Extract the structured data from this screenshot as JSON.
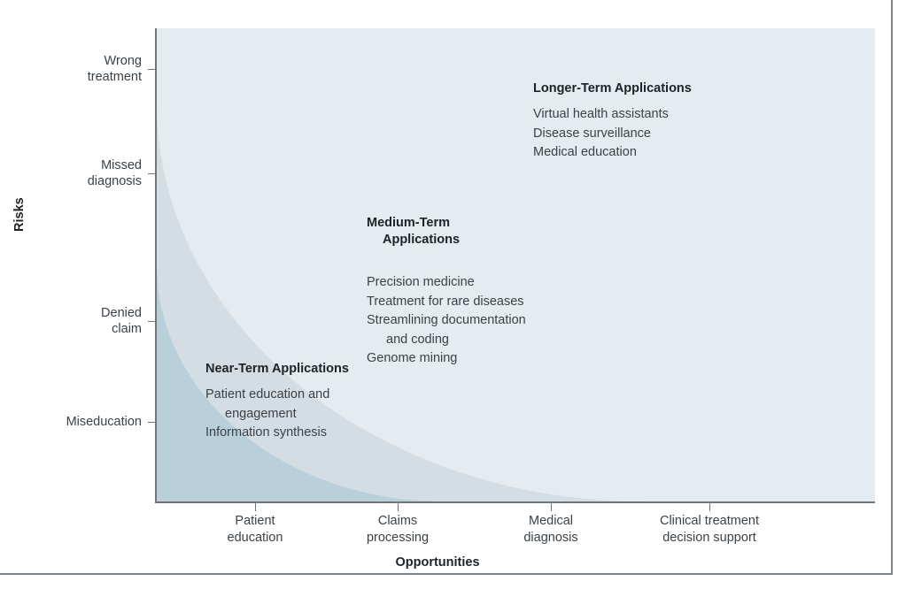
{
  "chart_data": {
    "type": "area",
    "title": "",
    "xlabel": "Opportunities",
    "ylabel": "Risks",
    "grid": false,
    "legend_position": "none",
    "x_tick_labels": [
      "Patient\neducation",
      "Claims\nprocessing",
      "Medical\ndiagnosis",
      "Clinical treatment\ndecision support"
    ],
    "y_tick_labels": [
      "Wrong\ntreatment",
      "Missed\ndiagnosis",
      "Denied\nclaim",
      "Miseducation"
    ],
    "zones": [
      {
        "name": "Near-Term Applications",
        "color": "#b9cfd9",
        "x_extent_label": "Patient education to Claims processing",
        "y_extent_label": "up to Denied claim"
      },
      {
        "name": "Medium-Term Applications",
        "color": "#d5dde4",
        "x_extent_label": "up to Medical diagnosis",
        "y_extent_label": "up to Missed diagnosis"
      },
      {
        "name": "Longer-Term Applications",
        "color": "#e4ebf1",
        "x_extent_label": "up to Clinical treatment decision support",
        "y_extent_label": "up to Wrong treatment"
      }
    ],
    "annotations": [
      {
        "id": "near-term",
        "title": "Near-Term Applications",
        "items": [
          "Patient education and",
          "engagement",
          "Information synthesis"
        ]
      },
      {
        "id": "medium-term",
        "title_line1": "Medium-Term",
        "title_line2": "Applications",
        "items": [
          "Precision medicine",
          "Treatment for rare diseases",
          "Streamlining documentation",
          "and coding",
          "Genome mining"
        ]
      },
      {
        "id": "longer-term",
        "title": "Longer-Term Applications",
        "items": [
          "Virtual health assistants",
          "Disease surveillance",
          "Medical education"
        ]
      }
    ]
  },
  "axes": {
    "y_title": "Risks",
    "x_title": "Opportunities",
    "y_ticks": [
      {
        "line1": "Wrong",
        "line2": "treatment"
      },
      {
        "line1": "Missed",
        "line2": "diagnosis"
      },
      {
        "line1": "Denied",
        "line2": "claim"
      },
      {
        "line1": "Miseducation",
        "line2": ""
      }
    ],
    "x_ticks": [
      {
        "line1": "Patient",
        "line2": "education"
      },
      {
        "line1": "Claims",
        "line2": "processing"
      },
      {
        "line1": "Medical",
        "line2": "diagnosis"
      },
      {
        "line1": "Clinical treatment",
        "line2": "decision support"
      }
    ]
  },
  "zones": {
    "near": {
      "title": "Near-Term Applications",
      "item1": "Patient education and",
      "item1b": "engagement",
      "item2": "Information synthesis"
    },
    "medium": {
      "title_l1": "Medium-Term",
      "title_l2": "Applications",
      "item1": "Precision medicine",
      "item2": "Treatment for rare diseases",
      "item3": "Streamlining documentation",
      "item3b": "and coding",
      "item4": "Genome mining"
    },
    "longer": {
      "title": "Longer-Term Applications",
      "item1": "Virtual health assistants",
      "item2": "Disease surveillance",
      "item3": "Medical education"
    }
  },
  "colors": {
    "zone_near": "#b9cfd9",
    "zone_medium": "#d5dde4",
    "zone_longer": "#e4ebf1",
    "axis": "#6e757b",
    "text": "#3a4248"
  }
}
